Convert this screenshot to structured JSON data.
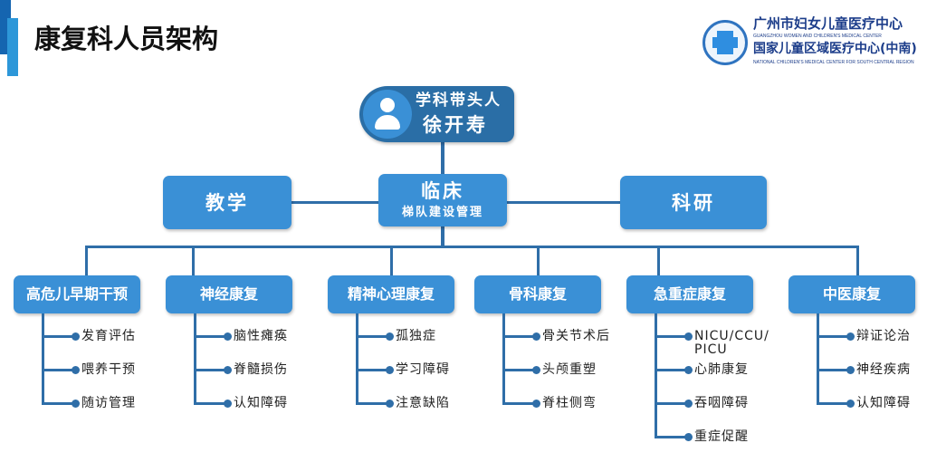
{
  "title": "康复科人员架构",
  "logo": {
    "name_cn": "广州市妇女儿童医疗中心",
    "name_en": "GUANGZHOU WOMEN AND CHILDREN'S MEDICAL CENTER",
    "sub_cn": "国家儿童区域医疗中心(中南)",
    "sub_en": "NATIONAL CHILDREN'S MEDICAL CENTER FOR SOUTH CENTRAL REGION"
  },
  "leader": {
    "role": "学科带头人",
    "name": "徐开寿",
    "icon": "person-icon"
  },
  "middle": {
    "teaching": "教学",
    "clinical": "临床",
    "clinical_sub": "梯队建设管理",
    "research": "科研"
  },
  "colors": {
    "box": "#3a90d6",
    "leader_box": "#2a6ea6",
    "line": "#2f6ea8"
  },
  "departments": [
    {
      "name": "高危儿早期干预",
      "items": [
        "发育评估",
        "喂养干预",
        "随访管理"
      ]
    },
    {
      "name": "神经康复",
      "items": [
        "脑性瘫痪",
        "脊髓损伤",
        "认知障碍"
      ]
    },
    {
      "name": "精神心理康复",
      "items": [
        "孤独症",
        "学习障碍",
        "注意缺陷"
      ]
    },
    {
      "name": "骨科康复",
      "items": [
        "骨关节术后",
        "头颅重塑",
        "脊柱侧弯"
      ]
    },
    {
      "name": "急重症康复",
      "items": [
        "NICU/CCU/\nPICU",
        "心肺康复",
        "吞咽障碍",
        "重症促醒"
      ]
    },
    {
      "name": "中医康复",
      "items": [
        "辩证论治",
        "神经疾病",
        "认知障碍"
      ]
    }
  ]
}
